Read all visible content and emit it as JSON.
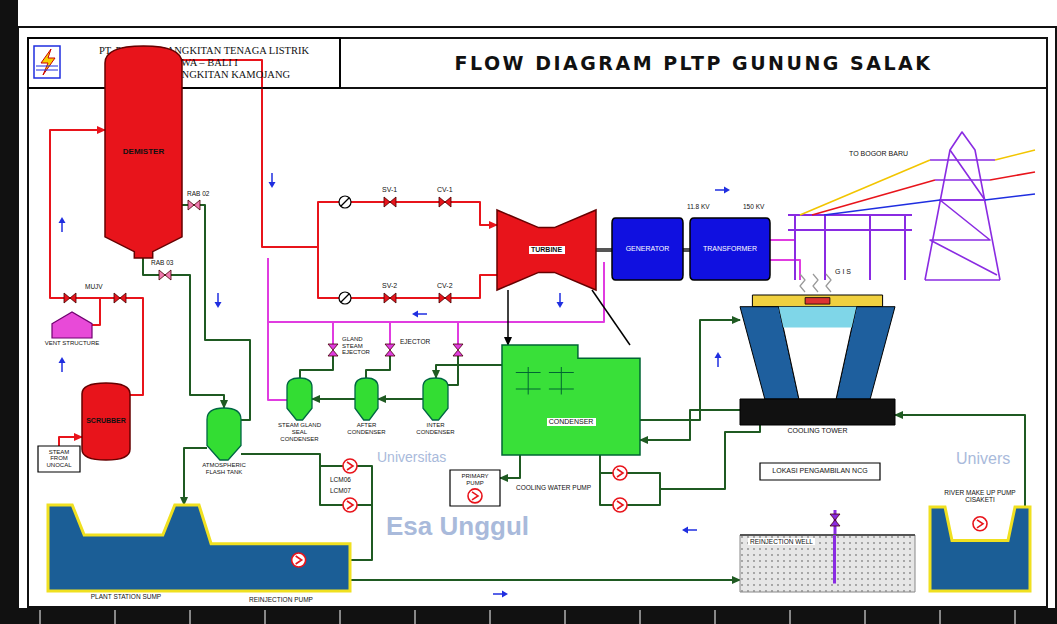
{
  "diagram": {
    "title": "FLOW DIAGRAM PLTP GUNUNG SALAK",
    "nodes": [
      {
        "text": [
          "PT. PLN PEMBANGKITAN TENAGA LISTRIK JAWA – BALI I",
          "UNIT PEMBANGKITAN KAMOJANG"
        ]
      },
      {
        "text": [
          "DEMISTER"
        ]
      },
      {
        "text": [
          "SCRUBBER"
        ]
      },
      {
        "text": [
          "STEAM FROM UNOCAL"
        ]
      },
      {
        "text": [
          "VENT STRUCTURE"
        ]
      },
      {
        "text": [
          "TURBINE"
        ]
      },
      {
        "text": [
          "GENERATOR"
        ]
      },
      {
        "text": [
          "TRANSFORMER"
        ]
      },
      {
        "text": [
          "STEAM GLAND SEAL CONDENSER"
        ]
      },
      {
        "text": [
          "AFTER CONDENSER"
        ]
      },
      {
        "text": [
          "INTER CONDENSER"
        ]
      },
      {
        "text": [
          "CONDENSER"
        ]
      },
      {
        "text": [
          "COOLING TOWER"
        ]
      },
      {
        "text": [
          "ATMOSPHERIC FLASH TANK"
        ]
      },
      {
        "text": [
          "PRIMARY PUMP"
        ]
      },
      {
        "text": [
          "LOKASI PENGAMBILAN NCG"
        ]
      },
      {
        "text": [
          "PLANT STATION SUMP"
        ]
      },
      {
        "text": [
          "REINJECTION WELL"
        ]
      },
      {
        "text": [
          "RIVER MAKE UP PUMP CISAKETI"
        ]
      }
    ],
    "edges": [
      {
        "from": 3,
        "to": 2,
        "arrow": "to"
      },
      {
        "from": 2,
        "to": 1,
        "arrow": "to"
      },
      {
        "from": 1,
        "to": 5,
        "arrow": "to"
      },
      {
        "from": 5,
        "to": 6,
        "arrow": "none"
      },
      {
        "from": 6,
        "to": 7,
        "arrow": "none"
      },
      {
        "from": 5,
        "to": 11,
        "arrow": "to"
      },
      {
        "from": 11,
        "to": 12,
        "arrow": "to"
      },
      {
        "from": 12,
        "to": 11,
        "arrow": "to"
      },
      {
        "from": 11,
        "to": 14,
        "arrow": "to"
      },
      {
        "from": 11,
        "to": 10,
        "arrow": "to"
      },
      {
        "from": 10,
        "to": 9,
        "arrow": "to"
      },
      {
        "from": 9,
        "to": 8,
        "arrow": "to"
      },
      {
        "from": 1,
        "to": 13,
        "arrow": "to"
      },
      {
        "from": 13,
        "to": 16,
        "arrow": "to"
      },
      {
        "from": 16,
        "to": 17,
        "arrow": "to"
      },
      {
        "from": 18,
        "to": 12,
        "arrow": "to"
      }
    ],
    "labels": [
      "RAB 02",
      "RAB 03",
      "MUJV",
      "SV-1",
      "CV-1",
      "SV-2",
      "CV-2",
      "GLAND STEAM EJECTOR",
      "EJECTOR",
      "LCM06",
      "LCM07",
      "COOLING WATER PUMP",
      "REINJECTION PUMP",
      "11.8 KV",
      "150 KV",
      "TO BOGOR BARU",
      "G I S",
      "Universitas",
      "Esa Unggul",
      "Univers"
    ]
  }
}
